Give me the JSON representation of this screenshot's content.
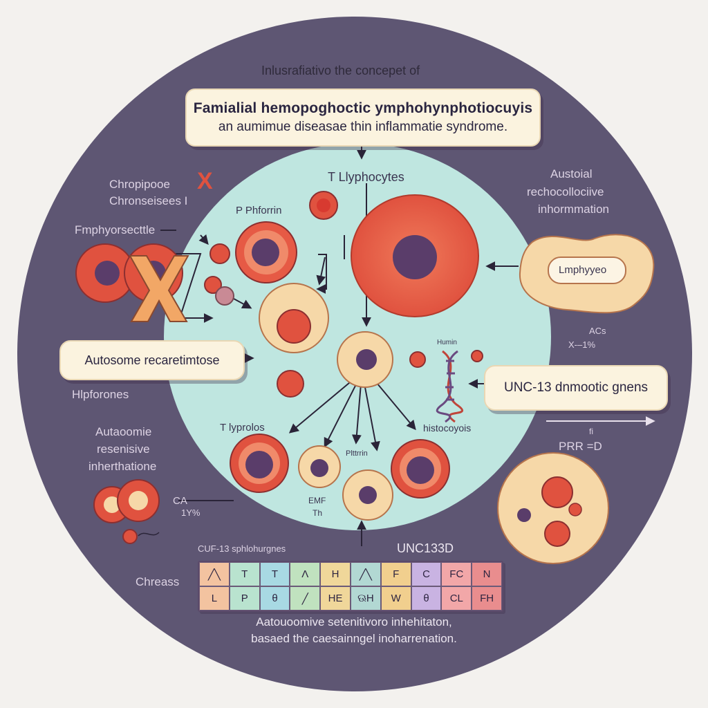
{
  "header": {
    "top_caption": "Inlusrafiativo the concepet of",
    "title_line1": "Famialial hemopoghoctic ymphohynphotiocuyis",
    "title_line2": "an aumimue diseasae thin inflammatie syndrome."
  },
  "left_labels": {
    "chrom_line1": "Chropipooe",
    "chrom_line2": "Chronseisees I",
    "emph": "Fmphyorsecttle",
    "box": "Autosome recaretimtose",
    "hipforones": "Hlpforones",
    "auto_line1": "Autaoomie",
    "auto_line2": "resenisive",
    "auto_line3": "inherthatione",
    "ca_line1": "CA",
    "ca_line2": "1Y%",
    "chreass": "Chreass"
  },
  "center_labels": {
    "t_lyphocytes": "T Llyphocytes",
    "p_phforrin": "P Phforrin",
    "humin": "Humin",
    "t_lyprolos": "T lyprolos",
    "pltrrin": "Plttrrin",
    "histocoyois": "histocoyois",
    "emf_line1": "EMF",
    "emf_line2": "Th"
  },
  "right_labels": {
    "aust_line1": "Austoial",
    "aust_line2": "rechocollociive",
    "aust_line3": "inhormmation",
    "lmphyyeo": "Lmphyyeo",
    "ac_line1": "ACs",
    "ac_line2": "X-–1%",
    "box": "UNC-13 dnmootic gnens",
    "pr_line1": "fi",
    "pr_line2": "PRR =D"
  },
  "gene_table": {
    "title": "CUF-13 sphlohurgnes",
    "gene": "UNC133D",
    "row1": [
      "╱╲",
      "T",
      "T",
      "Λ",
      "H",
      "╱╲",
      "F",
      "C",
      "FC",
      "N"
    ],
    "row2": [
      "L",
      "P",
      "θ",
      "╱",
      "HE",
      "ଊH",
      "W",
      "θ",
      "CL",
      "FH"
    ],
    "colors": [
      "#f3c3a0",
      "#b9e3cf",
      "#a8d9e3",
      "#c0e2bf",
      "#f0d79a",
      "#b2d8d3",
      "#f1cf8e",
      "#c9b3e2",
      "#f2a7a8",
      "#e98d8e"
    ]
  },
  "footer": {
    "line1": "Aatouoomive setenitivoro inhehitaton,",
    "line2": "basaed the caesainngel inoharrenation."
  },
  "x_letter": "X",
  "palette": {
    "outer_circle": "#5e5673",
    "inner_circle": "#bfe6e0",
    "cell_red": "#e0523f",
    "cell_nucleus": "#5a3d6a",
    "cell_beige": "#f6d8a8"
  }
}
